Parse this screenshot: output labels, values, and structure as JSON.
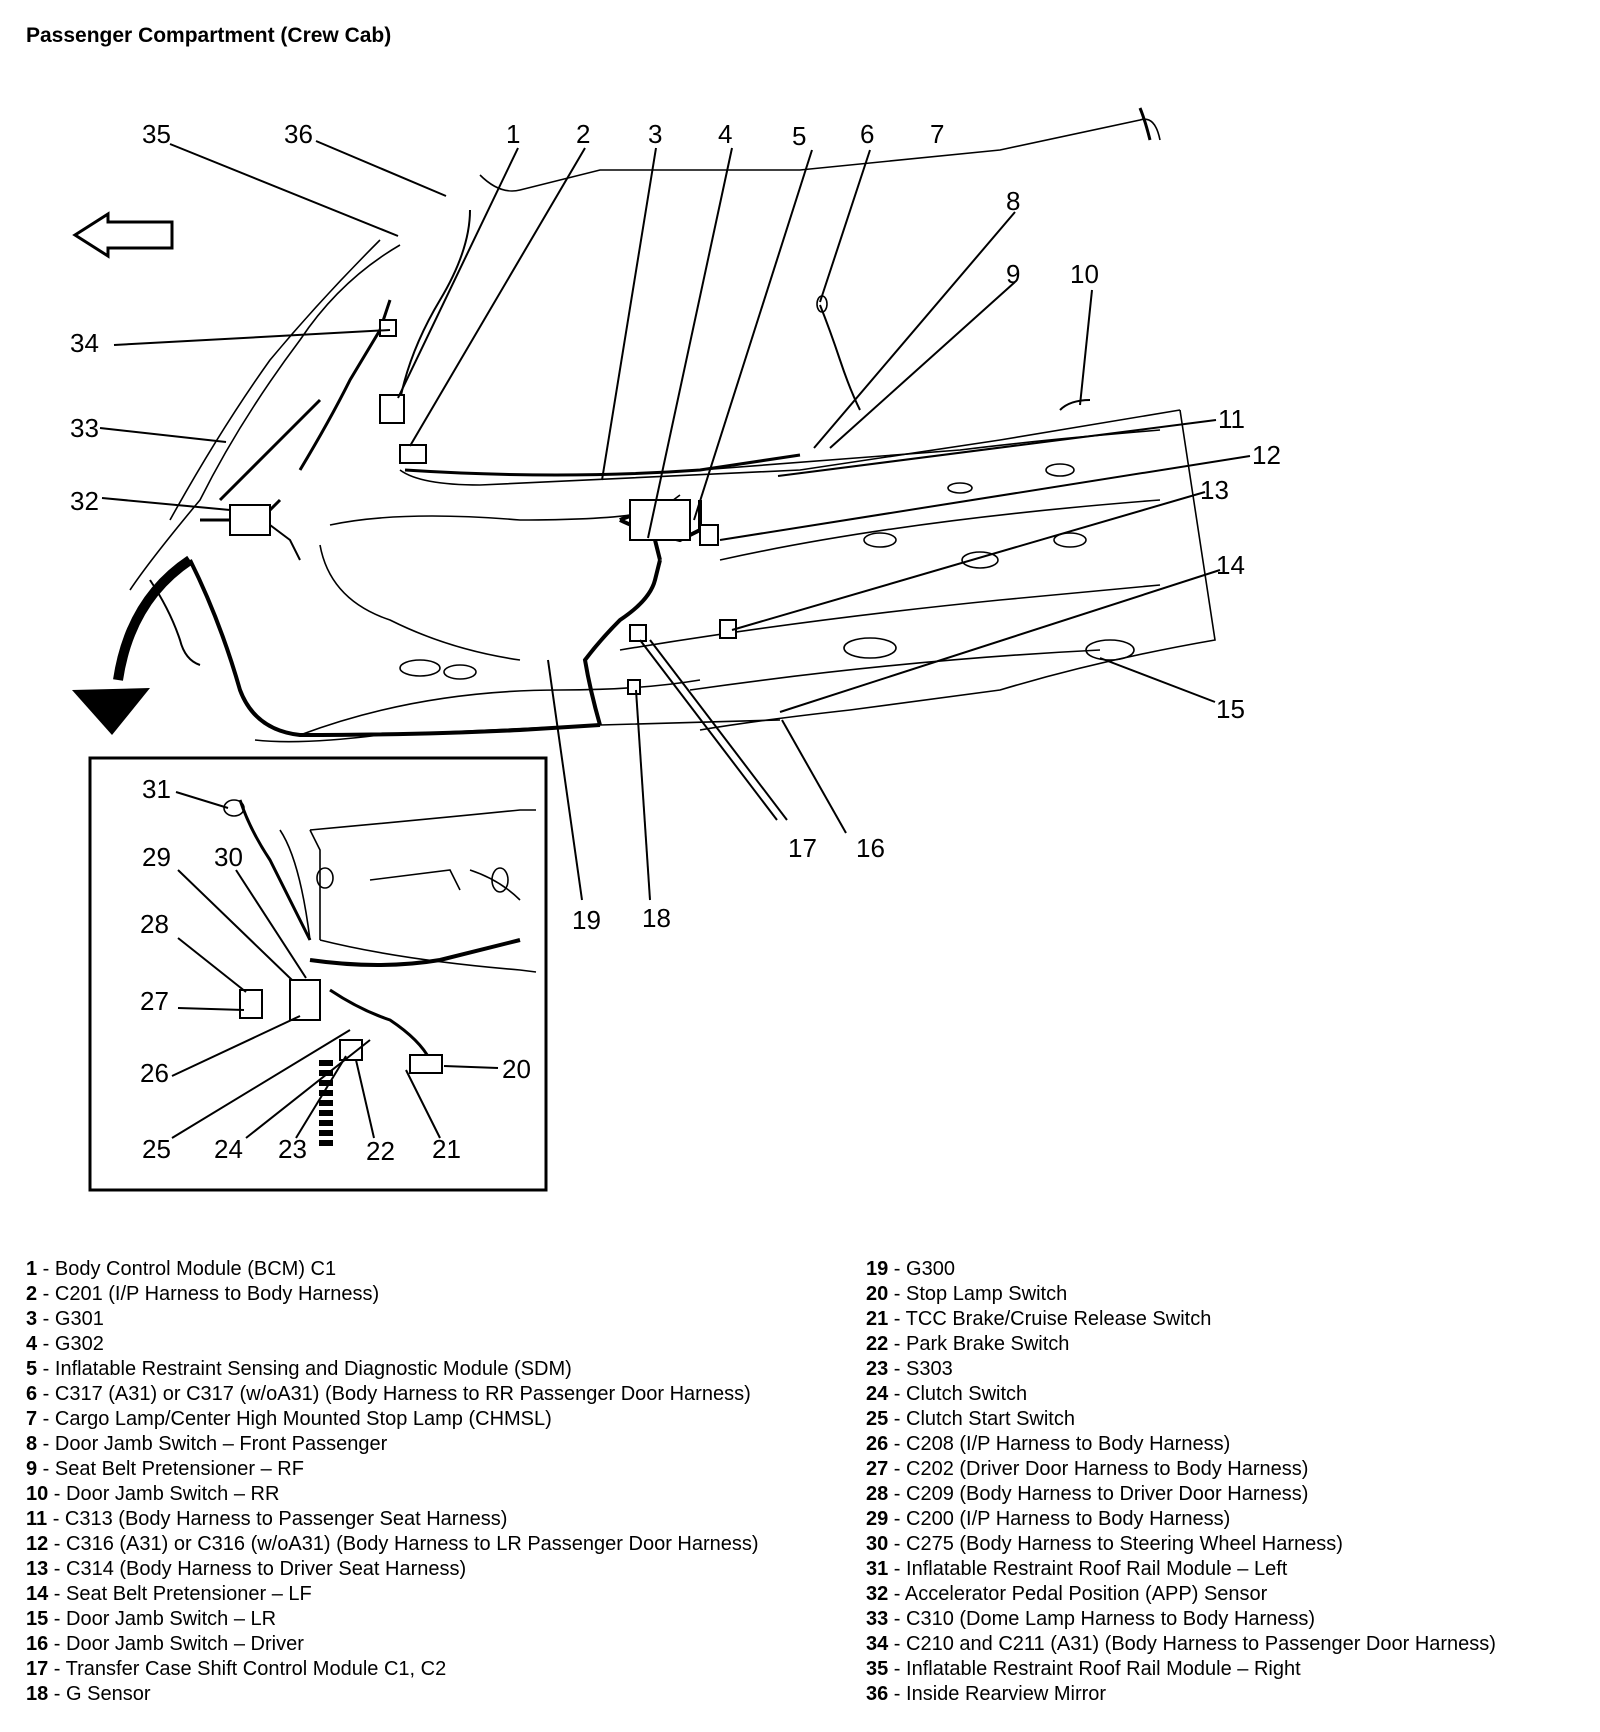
{
  "title": "Passenger Compartment (Crew Cab)",
  "callouts": {
    "c1": "1",
    "c2": "2",
    "c3": "3",
    "c4": "4",
    "c5": "5",
    "c6": "6",
    "c7": "7",
    "c8": "8",
    "c9": "9",
    "c10": "10",
    "c11": "11",
    "c12": "12",
    "c13": "13",
    "c14": "14",
    "c15": "15",
    "c16": "16",
    "c17": "17",
    "c18": "18",
    "c19": "19",
    "c20": "20",
    "c21": "21",
    "c22": "22",
    "c23": "23",
    "c24": "24",
    "c25": "25",
    "c26": "26",
    "c27": "27",
    "c28": "28",
    "c29": "29",
    "c30": "30",
    "c31": "31",
    "c32": "32",
    "c33": "33",
    "c34": "34",
    "c35": "35",
    "c36": "36"
  },
  "legend_left": [
    {
      "num": "1",
      "text": " - Body Control Module (BCM) C1"
    },
    {
      "num": "2",
      "text": " - C201 (I/P Harness to Body Harness)"
    },
    {
      "num": "3",
      "text": " - G301"
    },
    {
      "num": "4",
      "text": " - G302"
    },
    {
      "num": "5",
      "text": " - Inflatable Restraint Sensing and Diagnostic Module (SDM)"
    },
    {
      "num": "6",
      "text": " - C317 (A31) or C317 (w/oA31) (Body Harness to RR Passenger Door Harness)"
    },
    {
      "num": "7",
      "text": " - Cargo Lamp/Center High Mounted Stop Lamp (CHMSL)"
    },
    {
      "num": "8",
      "text": " - Door Jamb Switch – Front Passenger"
    },
    {
      "num": "9",
      "text": " - Seat Belt Pretensioner – RF"
    },
    {
      "num": "10",
      "text": " - Door Jamb Switch – RR"
    },
    {
      "num": "11",
      "text": " - C313 (Body Harness to Passenger Seat Harness)"
    },
    {
      "num": "12",
      "text": " - C316 (A31) or C316 (w/oA31) (Body Harness to LR Passenger Door Harness)"
    },
    {
      "num": "13",
      "text": " - C314 (Body Harness to Driver Seat Harness)"
    },
    {
      "num": "14",
      "text": " - Seat Belt Pretensioner – LF"
    },
    {
      "num": "15",
      "text": " - Door Jamb Switch – LR"
    },
    {
      "num": "16",
      "text": " - Door Jamb Switch – Driver"
    },
    {
      "num": "17",
      "text": " - Transfer Case Shift Control Module C1, C2"
    },
    {
      "num": "18",
      "text": " - G Sensor"
    }
  ],
  "legend_right": [
    {
      "num": "19",
      "text": " - G300"
    },
    {
      "num": "20",
      "text": " - Stop Lamp Switch"
    },
    {
      "num": "21",
      "text": " - TCC Brake/Cruise Release Switch"
    },
    {
      "num": "22",
      "text": " - Park Brake Switch"
    },
    {
      "num": "23",
      "text": " - S303"
    },
    {
      "num": "24",
      "text": " - Clutch Switch"
    },
    {
      "num": "25",
      "text": " - Clutch Start Switch"
    },
    {
      "num": "26",
      "text": " - C208 (I/P Harness to Body Harness)"
    },
    {
      "num": "27",
      "text": " - C202 (Driver Door Harness to Body Harness)"
    },
    {
      "num": "28",
      "text": " - C209 (Body Harness to Driver Door Harness)"
    },
    {
      "num": "29",
      "text": " - C200 (I/P Harness to Body Harness)"
    },
    {
      "num": "30",
      "text": " - C275 (Body Harness to Steering Wheel Harness)"
    },
    {
      "num": "31",
      "text": " - Inflatable Restraint Roof Rail Module – Left"
    },
    {
      "num": "32",
      "text": " - Accelerator Pedal Position (APP) Sensor"
    },
    {
      "num": "33",
      "text": " - C310 (Dome Lamp Harness to Body Harness)"
    },
    {
      "num": "34",
      "text": " - C210 and C211 (A31) (Body Harness to Passenger Door Harness)"
    },
    {
      "num": "35",
      "text": " - Inflatable Restraint Roof Rail Module – Right"
    },
    {
      "num": "36",
      "text": " - Inside Rearview Mirror"
    }
  ]
}
